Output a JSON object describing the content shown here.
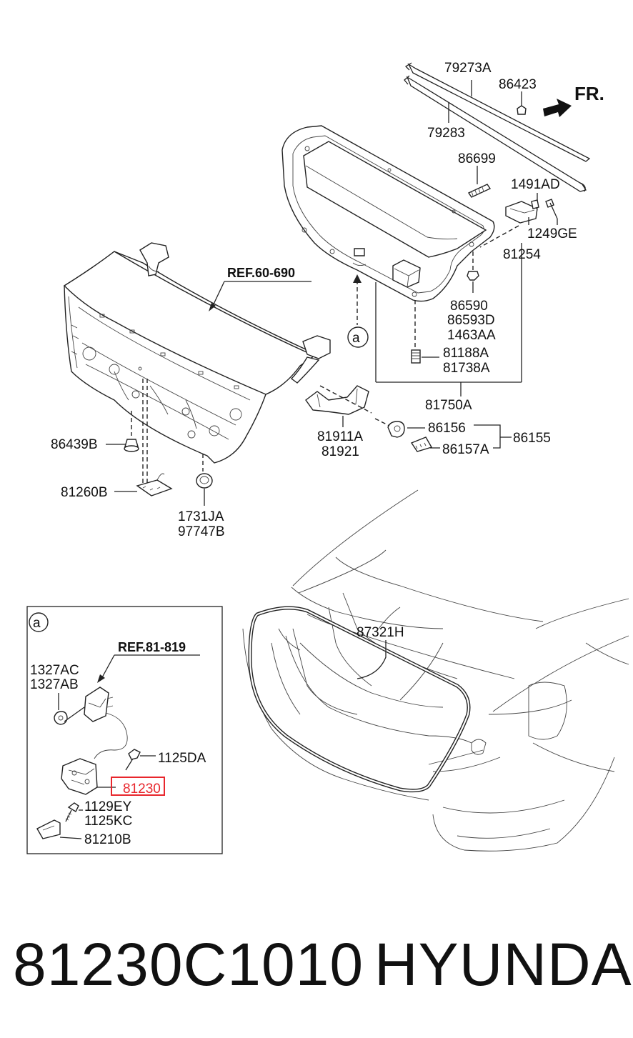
{
  "direction": "FR.",
  "callout_circle": "a",
  "refs": {
    "trunk_lid_ref": "REF.60-690",
    "lock_ref": "REF.81-819"
  },
  "parts": {
    "p79273A": "79273A",
    "p86423": "86423",
    "p79283": "79283",
    "p86699": "86699",
    "p1491AD": "1491AD",
    "p1249GE": "1249GE",
    "p81254": "81254",
    "p86590": "86590",
    "p86593D": "86593D",
    "p1463AA": "1463AA",
    "p81188A": "81188A",
    "p81738A": "81738A",
    "p81750A": "81750A",
    "p81911A": "81911A",
    "p81921": "81921",
    "p86156": "86156",
    "p86157A": "86157A",
    "p86155": "86155",
    "p86439B": "86439B",
    "p81260B": "81260B",
    "p1731JA": "1731JA",
    "p97747B": "97747B",
    "p87321H": "87321H",
    "p1327AC": "1327AC",
    "p1327AB": "1327AB",
    "p1125DA": "1125DA",
    "p81230": "81230",
    "p1129EY": "1129EY",
    "p1125KC": "1125KC",
    "p81210B": "81210B"
  },
  "highlighted_part": "81230",
  "colors": {
    "highlight_box": "#e8262c",
    "line": "#222222"
  },
  "footer": {
    "part_number": "81230C1010",
    "brand": "HYUNDAI"
  }
}
